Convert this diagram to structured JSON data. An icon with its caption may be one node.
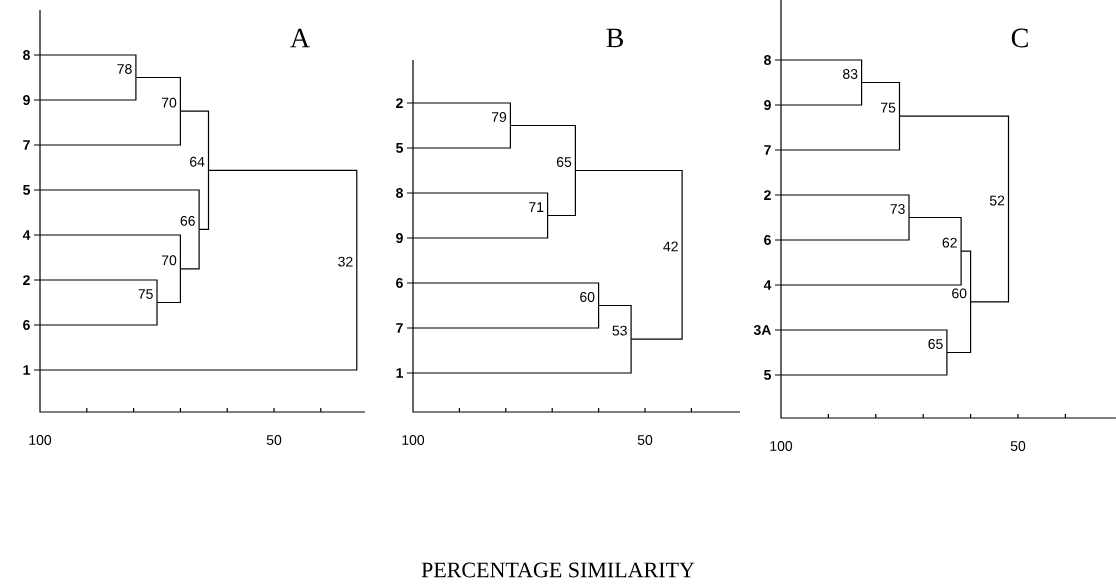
{
  "diagram": {
    "nodes": [
      {
        "text": [
          "8"
        ]
      },
      {
        "text": [
          "9"
        ]
      },
      {
        "text": [
          "7"
        ]
      },
      {
        "text": [
          "5"
        ]
      },
      {
        "text": [
          "4"
        ]
      },
      {
        "text": [
          "2"
        ]
      },
      {
        "text": [
          "6"
        ]
      },
      {
        "text": [
          "1"
        ]
      },
      {
        "text": [
          "78"
        ]
      },
      {
        "text": [
          "70"
        ]
      },
      {
        "text": [
          "75"
        ]
      },
      {
        "text": [
          "70"
        ]
      },
      {
        "text": [
          "66"
        ]
      },
      {
        "text": [
          "64"
        ]
      },
      {
        "text": [
          "32"
        ]
      },
      {
        "text": [
          "2"
        ]
      },
      {
        "text": [
          "5"
        ]
      },
      {
        "text": [
          "8"
        ]
      },
      {
        "text": [
          "9"
        ]
      },
      {
        "text": [
          "6"
        ]
      },
      {
        "text": [
          "7"
        ]
      },
      {
        "text": [
          "1"
        ]
      },
      {
        "text": [
          "79"
        ]
      },
      {
        "text": [
          "71"
        ]
      },
      {
        "text": [
          "65"
        ]
      },
      {
        "text": [
          "60"
        ]
      },
      {
        "text": [
          "53"
        ]
      },
      {
        "text": [
          "42"
        ]
      },
      {
        "text": [
          "8"
        ]
      },
      {
        "text": [
          "9"
        ]
      },
      {
        "text": [
          "7"
        ]
      },
      {
        "text": [
          "2"
        ]
      },
      {
        "text": [
          "6"
        ]
      },
      {
        "text": [
          "4"
        ]
      },
      {
        "text": [
          "3A"
        ]
      },
      {
        "text": [
          "5"
        ]
      },
      {
        "text": [
          "83"
        ]
      },
      {
        "text": [
          "75"
        ]
      },
      {
        "text": [
          "73"
        ]
      },
      {
        "text": [
          "62"
        ]
      },
      {
        "text": [
          "65"
        ]
      },
      {
        "text": [
          "60"
        ]
      },
      {
        "text": [
          "52"
        ]
      }
    ],
    "edges": [
      {
        "from": 0,
        "to": 8,
        "arrow": "none"
      },
      {
        "from": 1,
        "to": 8,
        "arrow": "none"
      },
      {
        "from": 8,
        "to": 9,
        "arrow": "none"
      },
      {
        "from": 2,
        "to": 9,
        "arrow": "none"
      },
      {
        "from": 5,
        "to": 10,
        "arrow": "none"
      },
      {
        "from": 6,
        "to": 10,
        "arrow": "none"
      },
      {
        "from": 4,
        "to": 11,
        "arrow": "none"
      },
      {
        "from": 10,
        "to": 11,
        "arrow": "none"
      },
      {
        "from": 3,
        "to": 12,
        "arrow": "none"
      },
      {
        "from": 11,
        "to": 12,
        "arrow": "none"
      },
      {
        "from": 9,
        "to": 13,
        "arrow": "none"
      },
      {
        "from": 12,
        "to": 13,
        "arrow": "none"
      },
      {
        "from": 13,
        "to": 14,
        "arrow": "none"
      },
      {
        "from": 7,
        "to": 14,
        "arrow": "none"
      },
      {
        "from": 15,
        "to": 22,
        "arrow": "none"
      },
      {
        "from": 16,
        "to": 22,
        "arrow": "none"
      },
      {
        "from": 17,
        "to": 23,
        "arrow": "none"
      },
      {
        "from": 18,
        "to": 23,
        "arrow": "none"
      },
      {
        "from": 22,
        "to": 24,
        "arrow": "none"
      },
      {
        "from": 23,
        "to": 24,
        "arrow": "none"
      },
      {
        "from": 19,
        "to": 25,
        "arrow": "none"
      },
      {
        "from": 20,
        "to": 25,
        "arrow": "none"
      },
      {
        "from": 25,
        "to": 26,
        "arrow": "none"
      },
      {
        "from": 21,
        "to": 26,
        "arrow": "none"
      },
      {
        "from": 24,
        "to": 27,
        "arrow": "none"
      },
      {
        "from": 26,
        "to": 27,
        "arrow": "none"
      },
      {
        "from": 28,
        "to": 36,
        "arrow": "none"
      },
      {
        "from": 29,
        "to": 36,
        "arrow": "none"
      },
      {
        "from": 36,
        "to": 37,
        "arrow": "none"
      },
      {
        "from": 30,
        "to": 37,
        "arrow": "none"
      },
      {
        "from": 31,
        "to": 38,
        "arrow": "none"
      },
      {
        "from": 32,
        "to": 38,
        "arrow": "none"
      },
      {
        "from": 38,
        "to": 39,
        "arrow": "none"
      },
      {
        "from": 33,
        "to": 39,
        "arrow": "none"
      },
      {
        "from": 34,
        "to": 40,
        "arrow": "none"
      },
      {
        "from": 35,
        "to": 40,
        "arrow": "none"
      },
      {
        "from": 39,
        "to": 41,
        "arrow": "none"
      },
      {
        "from": 40,
        "to": 41,
        "arrow": "none"
      },
      {
        "from": 37,
        "to": 42,
        "arrow": "none"
      },
      {
        "from": 41,
        "to": 42,
        "arrow": "none"
      }
    ],
    "labels": [
      "A",
      "B",
      "C",
      "100",
      "50",
      "100",
      "50",
      "100",
      "50",
      "PERCENTAGE SIMILARITY"
    ]
  }
}
